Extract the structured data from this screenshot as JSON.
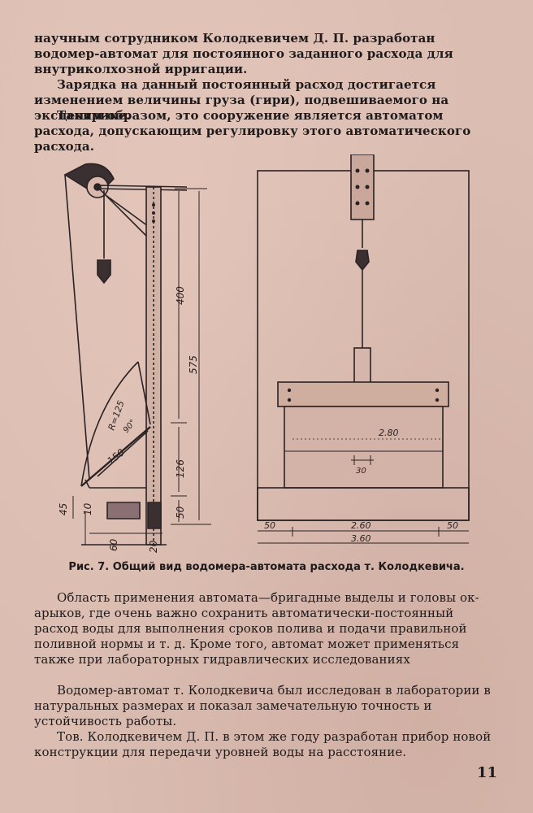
{
  "text": {
    "p1": "научным сотрудником Колодкевичем Д. П. разработан водомер-автомат для постоянного заданного расхода для внутриколхозной ирригации.",
    "p2": "Зарядка на данный постоянный расход достигается изменением величины груза (гири), подвешиваемого на эксцентрике.",
    "p3": "Таким образом, это сооружение является автоматом расхода, допускающим регулировку этого автоматического расхода.",
    "caption": "Рис. 7. Общий вид водомера-автомата расхода т. Колодкевича.",
    "p4": "Область применения автомата—бригадные выделы и головы ок-арыков, где очень важно сохранить автоматически-постоянный расход воды для выполнения сроков полива и подачи правильной поливной нормы и т. д. Кроме того, автомат может применяться также при лабораторных гидравлических исследованиях",
    "p5": "Водомер-автомат т. Колодкевича был исследован в лаборатории в натуральных размерах и показал замечательную точность и устойчивость работы.",
    "p6": "Тов. Колодкевичем Д. П. в этом же году разработан прибор новой конструкции для передачи уровней воды на расстояние.",
    "page_number": "11"
  },
  "figure": {
    "dims_side": {
      "d400": "400",
      "d575": "575",
      "d126": "126",
      "d50": "50",
      "d45": "45",
      "d10": "10",
      "d60": "60",
      "d20": "20",
      "r125": "R=125",
      "a90": "90°",
      "d150": "150"
    },
    "dims_front": {
      "d280": "2.80",
      "d30": "30",
      "d50l": "50",
      "d260": "2.60",
      "d50r": "50",
      "d360": "3.60"
    }
  }
}
